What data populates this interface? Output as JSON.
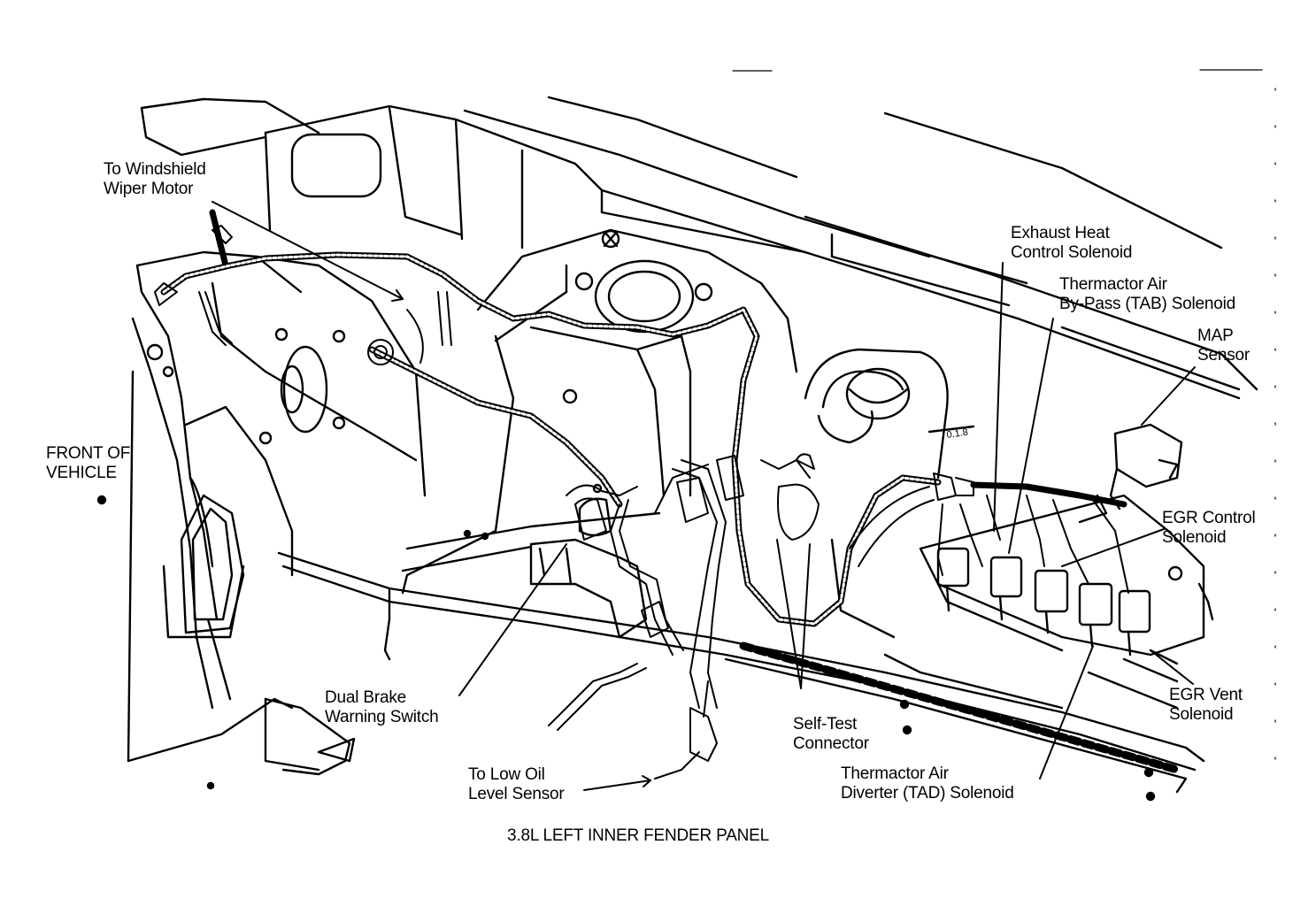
{
  "diagram": {
    "caption": "3.8L LEFT INNER FENDER PANEL",
    "labels": {
      "windshield_wiper": [
        "To Windshield",
        "Wiper Motor"
      ],
      "front_of_vehicle": [
        "FRONT OF",
        "VEHICLE"
      ],
      "exhaust_heat": [
        "Exhaust Heat",
        "Control Solenoid"
      ],
      "thermactor_tab": [
        "Thermactor Air",
        "By-Pass (TAB) Solenoid"
      ],
      "map_sensor": [
        "MAP",
        "Sensor"
      ],
      "egr_control": [
        "EGR Control",
        "Solenoid"
      ],
      "egr_vent": [
        "EGR Vent",
        "Solenoid"
      ],
      "dual_brake": [
        "Dual Brake",
        "Warning Switch"
      ],
      "self_test": [
        "Self-Test",
        "Connector"
      ],
      "thermactor_tad": [
        "Thermactor Air",
        "Diverter (TAD) Solenoid"
      ],
      "low_oil": [
        "To Low Oil",
        "Level Sensor"
      ]
    },
    "colors": {
      "ink": "#000000",
      "paper": "#ffffff"
    }
  }
}
